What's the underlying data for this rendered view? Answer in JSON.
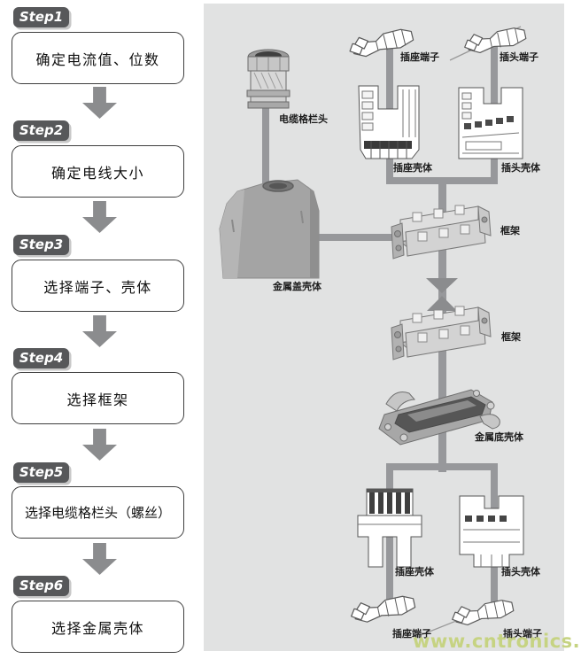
{
  "steps": [
    {
      "badge": "Step1",
      "label": "确定电流值、位数"
    },
    {
      "badge": "Step2",
      "label": "确定电线大小"
    },
    {
      "badge": "Step3",
      "label": "选择端子、壳体"
    },
    {
      "badge": "Step4",
      "label": "选择框架"
    },
    {
      "badge": "Step5",
      "label": "选择电缆格栏头（螺丝）"
    },
    {
      "badge": "Step6",
      "label": "选择金属壳体"
    }
  ],
  "diagram": {
    "labels": {
      "cable_gland": "电缆格栏头",
      "metal_cover_housing": "金属盖壳体",
      "socket_terminal_top": "插座端子",
      "plug_terminal_top": "插头端子",
      "socket_housing_top": "插座壳体",
      "plug_housing_top": "插头壳体",
      "frame_upper": "框架",
      "frame_lower": "框架",
      "metal_base_housing": "金属底壳体",
      "socket_housing_bottom": "插座壳体",
      "plug_housing_bottom": "插头壳体",
      "socket_terminal_bottom": "插座端子",
      "plug_terminal_bottom": "插头端子"
    }
  },
  "watermark": "www.cntronics.com",
  "colors": {
    "panel_bg": "#e1e2e2",
    "connector_line": "#97989b",
    "step_badge_bg": "#57585a",
    "arrow": "#8b8c8e",
    "box_border": "#3e3e3e",
    "watermark_text": "#c6d382"
  }
}
